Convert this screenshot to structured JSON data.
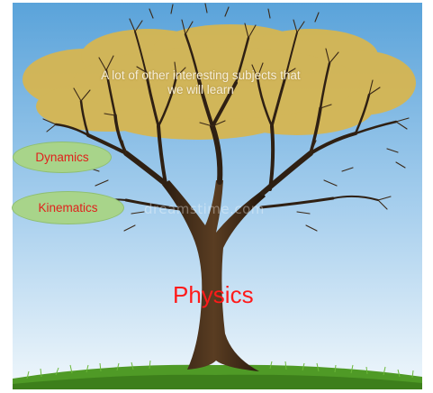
{
  "diagram": {
    "root_label": "Physics",
    "branches": [
      {
        "label": "Dynamics"
      },
      {
        "label": "Kinematics"
      }
    ],
    "canopy_caption_line1": "A lot of other interesting subjects that",
    "canopy_caption_line2": "we will learn",
    "watermark": "dreamstime.com"
  },
  "colors": {
    "sky_top": "#5aa3da",
    "sky_bottom": "#e9f3fa",
    "canopy": "#d8b64f",
    "bubble": "#a8d48a",
    "bubble_text": "#e0211c",
    "root_text": "#ff1a1a",
    "trunk": "#3a2817",
    "grass": "#4f9a26"
  }
}
